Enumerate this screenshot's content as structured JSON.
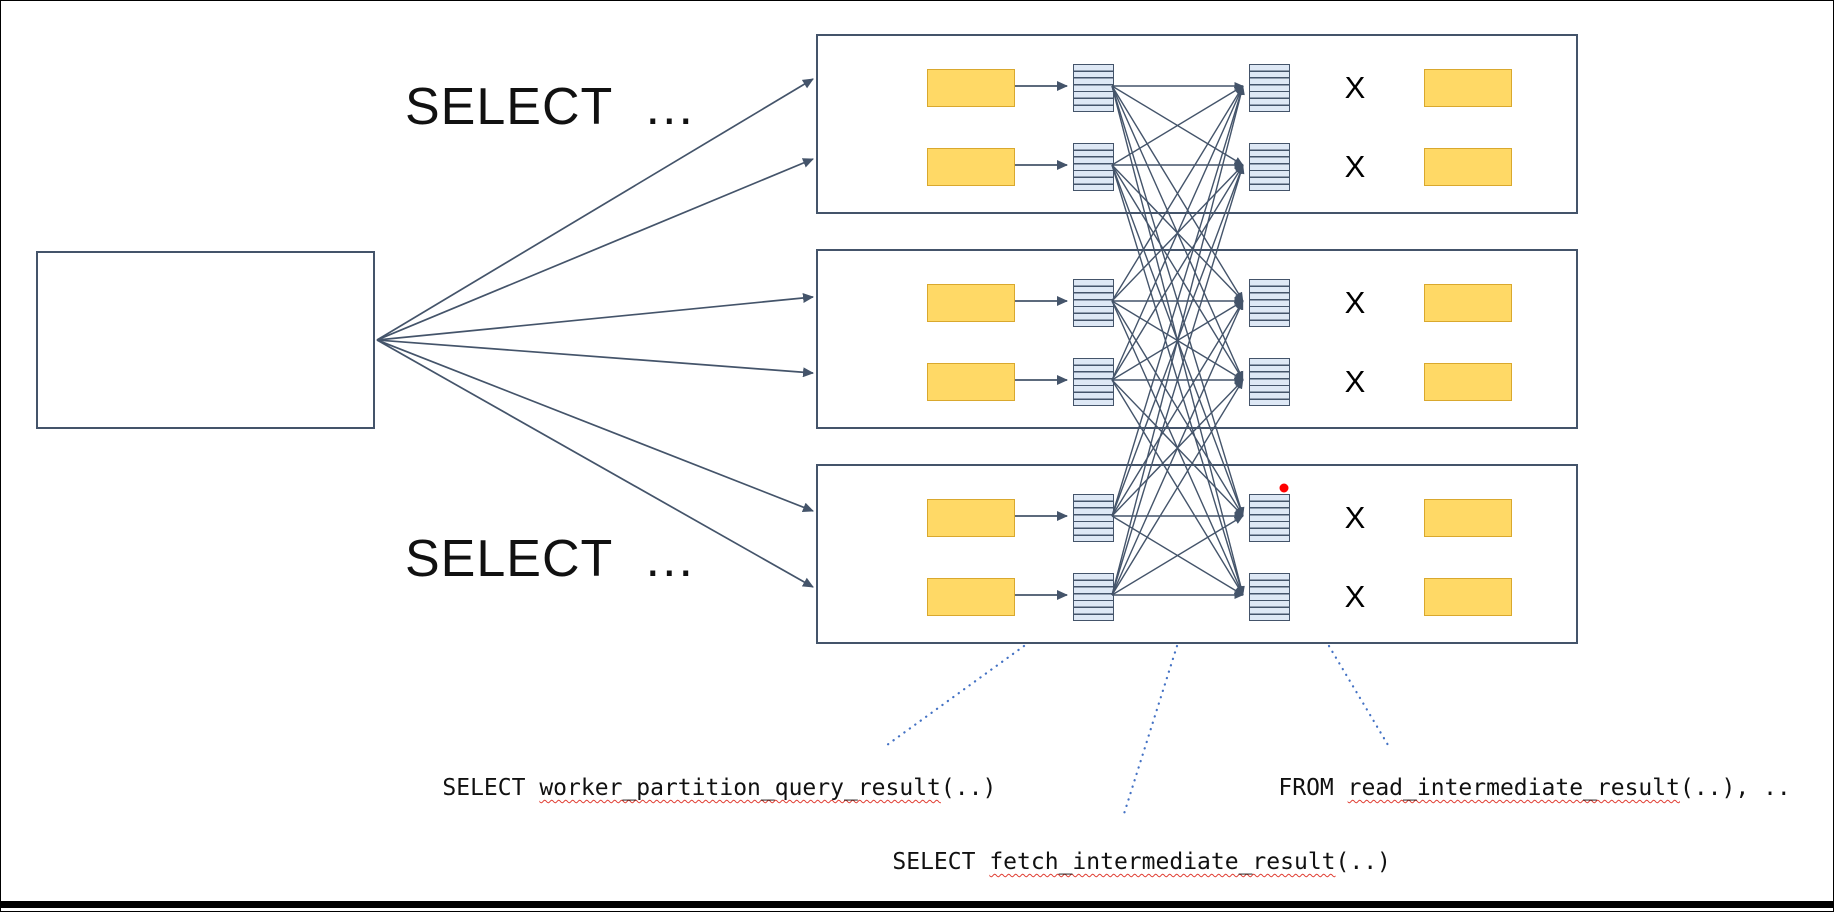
{
  "labels": {
    "select_top": "SELECT  …",
    "select_bottom": "SELECT  …",
    "join_x": "X"
  },
  "annotations": {
    "partition": {
      "keyword": "SELECT ",
      "func": "worker_partition_query_result",
      "args": "(..)"
    },
    "fetch": {
      "keyword": "SELECT ",
      "func": "fetch_intermediate_result",
      "args": "(..)"
    },
    "read": {
      "keyword": "FROM ",
      "func": "read_intermediate_result",
      "args": "(..), .."
    }
  },
  "icons": {
    "striped_box": "intermediate-result-icon",
    "red_dot": "red-highlight-dot"
  },
  "colors": {
    "line": "#44546A",
    "box_border": "#44546A",
    "yellow_fill": "#FFD966",
    "yellow_border": "#D9A82E",
    "striped_fill": "#DEE8F5",
    "leader_blue": "#4472C4",
    "squiggle_red": "#E03C31",
    "dot_red": "#FF0000"
  }
}
